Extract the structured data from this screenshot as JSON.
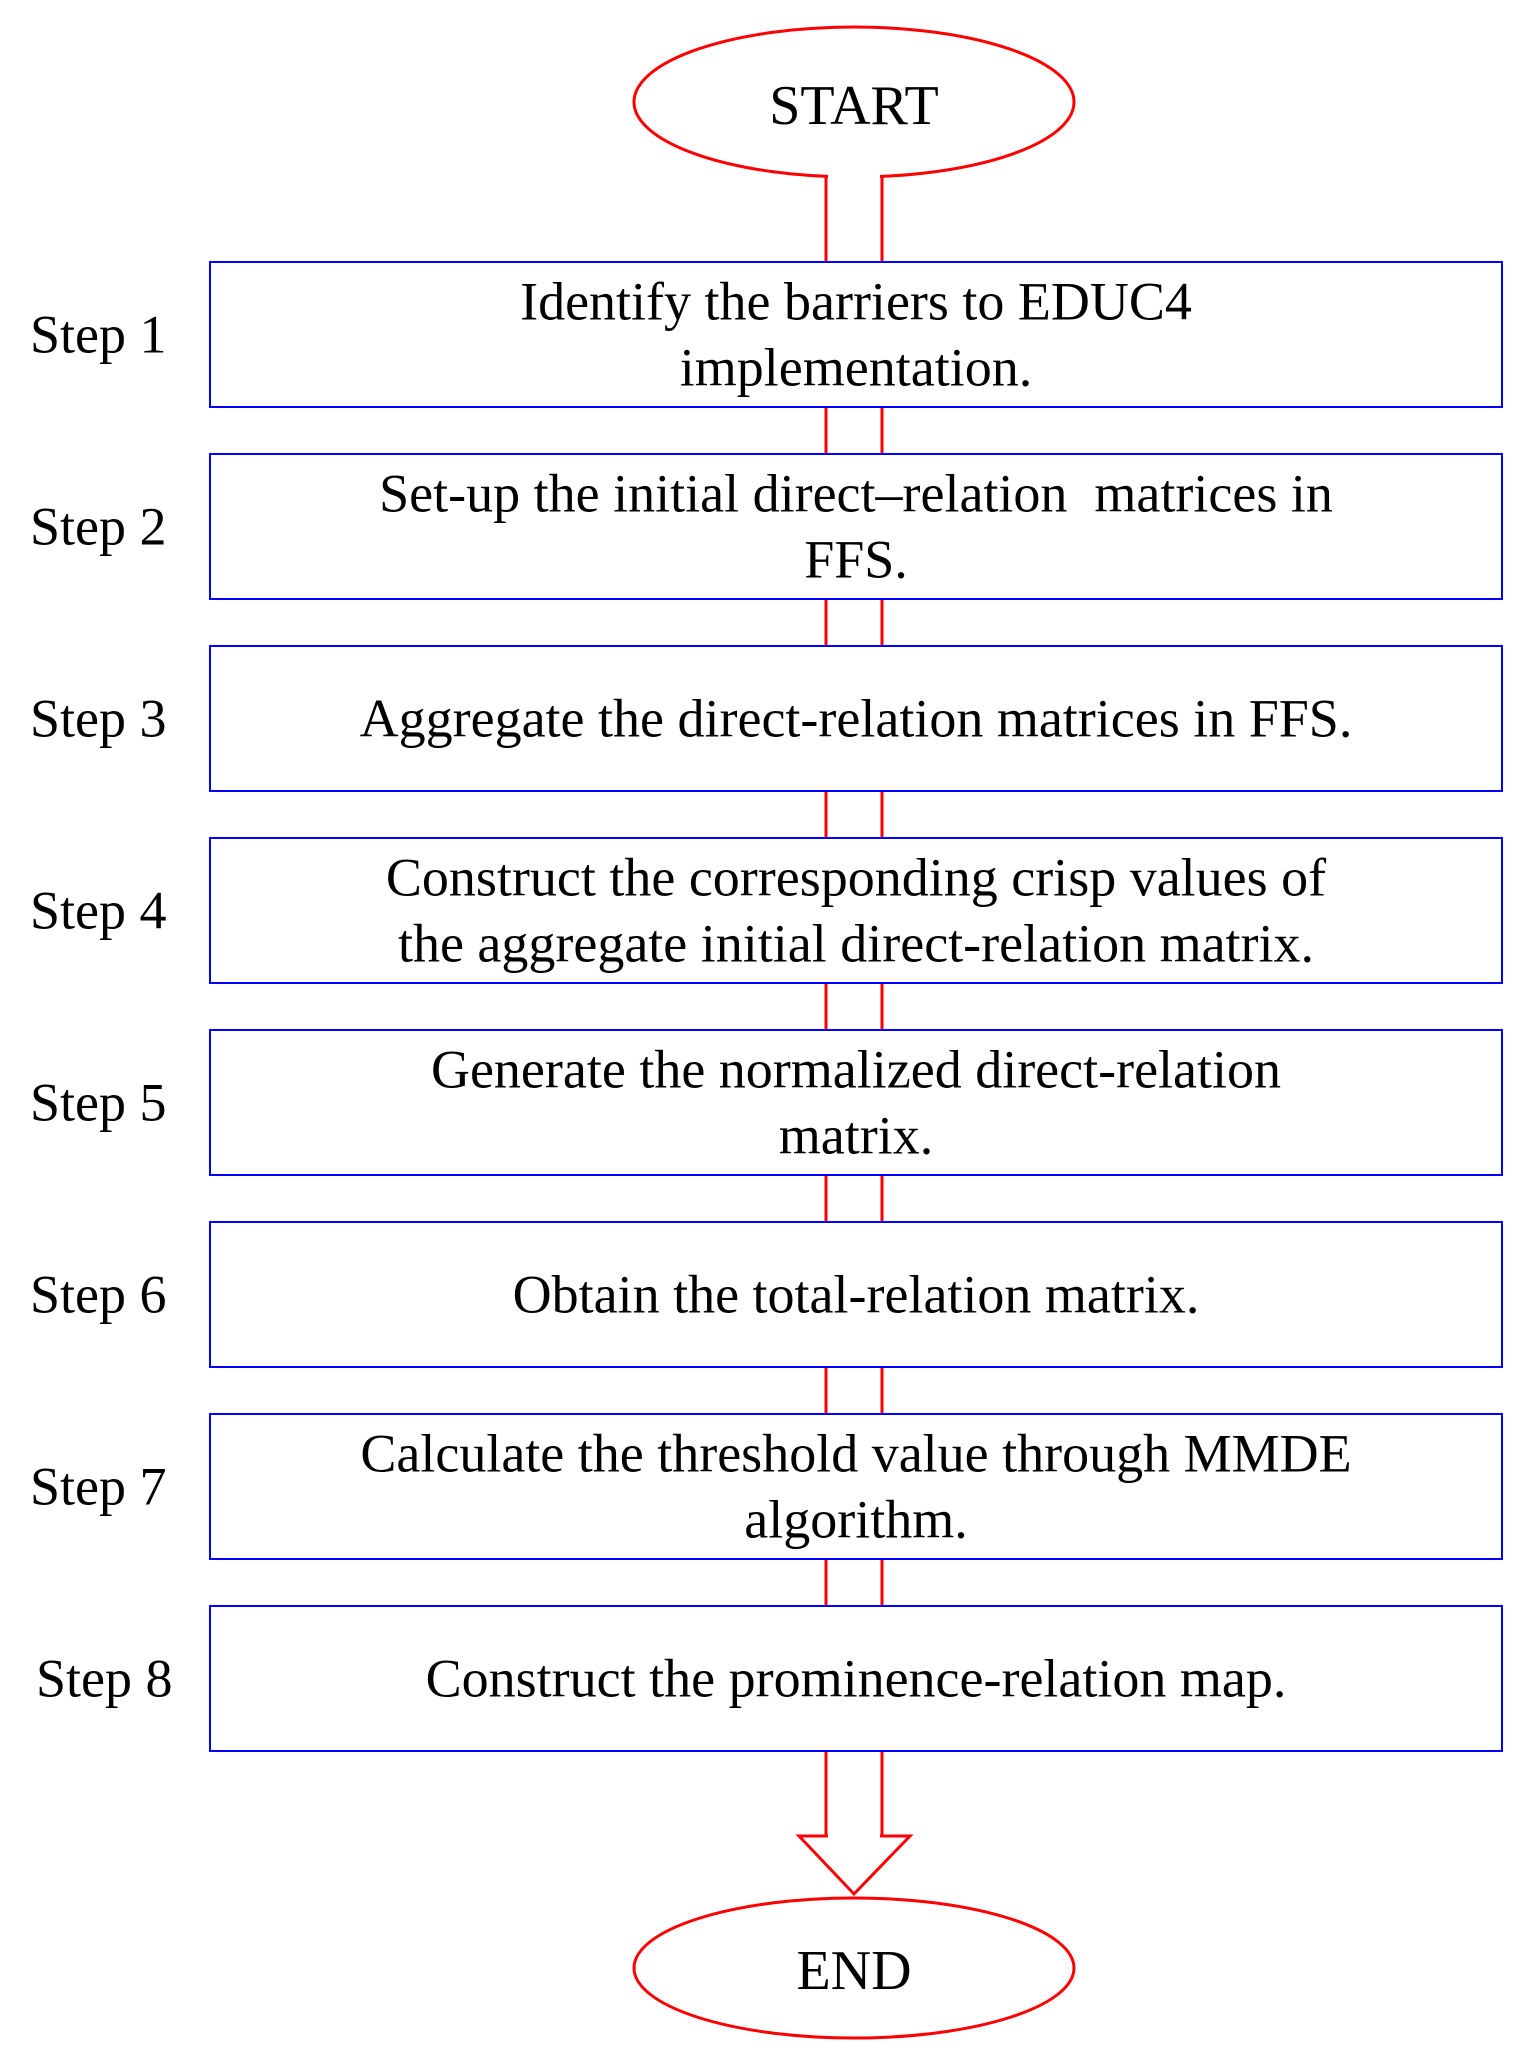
{
  "start_label": "START",
  "end_label": "END",
  "colors": {
    "terminal_stroke": "#ff0000",
    "connector_stroke": "#ff0000",
    "box_stroke": "#0000ff",
    "text": "#000000",
    "background": "#ffffff"
  },
  "steps": [
    {
      "label": "Step 1",
      "lines": [
        "Identify the barriers to EDUC4",
        "implementation."
      ]
    },
    {
      "label": "Step 2",
      "lines": [
        "Set-up the initial direct–relation  matrices in",
        "FFS."
      ]
    },
    {
      "label": "Step 3",
      "lines": [
        "Aggregate the direct-relation matrices in FFS."
      ]
    },
    {
      "label": "Step 4",
      "lines": [
        "Construct the corresponding crisp values of",
        "the aggregate initial direct-relation matrix."
      ]
    },
    {
      "label": "Step 5",
      "lines": [
        "Generate the normalized direct-relation",
        "matrix."
      ]
    },
    {
      "label": "Step 6",
      "lines": [
        "Obtain the total-relation matrix."
      ]
    },
    {
      "label": "Step 7",
      "lines": [
        "Calculate the threshold value through MMDE",
        "algorithm."
      ]
    },
    {
      "label": "Step 8",
      "lines": [
        "Construct the prominence-relation map."
      ]
    }
  ]
}
